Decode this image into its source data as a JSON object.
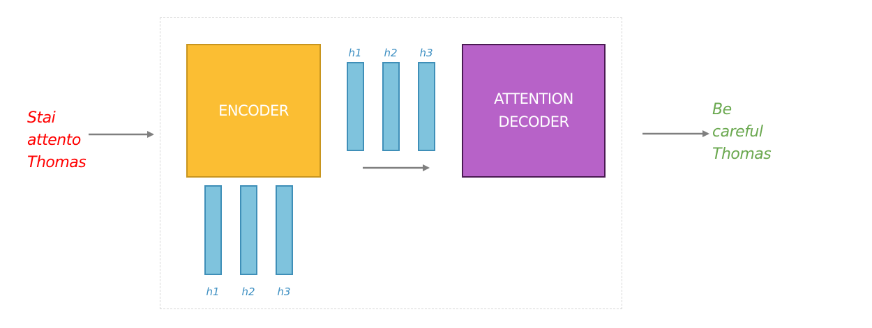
{
  "input": {
    "lines": "Stai\nattento\nThomas"
  },
  "output": {
    "lines": "Be\ncareful\nThomas"
  },
  "encoder": {
    "label": "ENCODER"
  },
  "decoder": {
    "label": "ATTENTION\nDECODER"
  },
  "encoder_states": [
    {
      "label": "h1"
    },
    {
      "label": "h2"
    },
    {
      "label": "h3"
    }
  ],
  "context_states": [
    {
      "label": "h1"
    },
    {
      "label": "h2"
    },
    {
      "label": "h3"
    }
  ],
  "colors": {
    "input_text": "#ff0000",
    "output_text": "#6aa84f",
    "encoder_fill": "#fbbe33",
    "decoder_fill": "#b762c8",
    "hidden_fill": "#7fc3dd",
    "hidden_label": "#3d8fc2",
    "arrow": "#7f7f7f"
  }
}
